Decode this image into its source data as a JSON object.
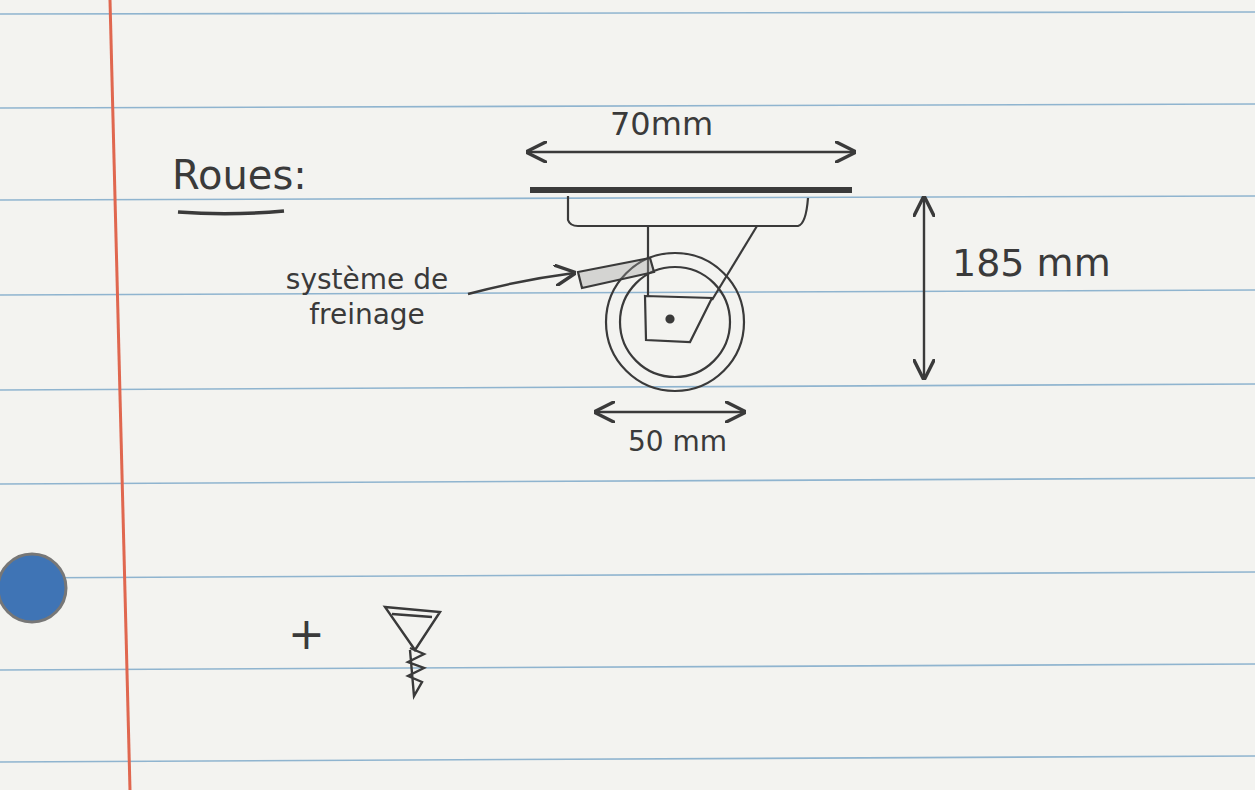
{
  "diagram": {
    "title": "Roues:",
    "labels": [
      "70mm",
      "185 mm",
      "système de freinage",
      "50 mm",
      "+"
    ]
  }
}
